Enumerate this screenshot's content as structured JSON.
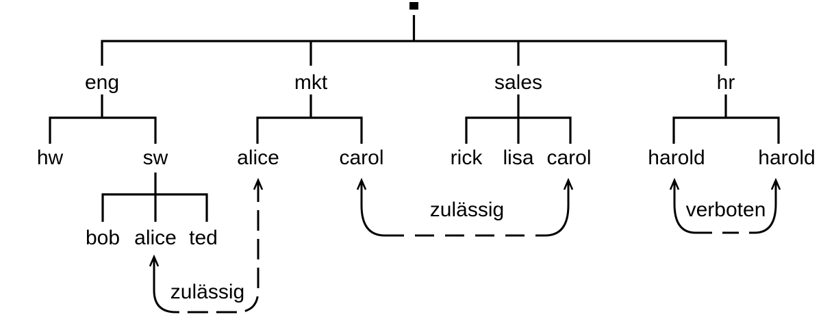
{
  "diagram": {
    "type": "tree",
    "description_style": "black-line hierarchy tree with dashed double-headed arrow links",
    "colors": {
      "line": "#000000",
      "text": "#000000",
      "background": "#ffffff"
    }
  },
  "nodes": {
    "root": ".",
    "eng": "eng",
    "mkt": "mkt",
    "sales": "sales",
    "hr": "hr",
    "hw": "hw",
    "sw": "sw",
    "mkt_alice": "alice",
    "mkt_carol": "carol",
    "sales_rick": "rick",
    "sales_lisa": "lisa",
    "sales_carol": "carol",
    "hr_harold_left": "harold",
    "hr_harold_right": "harold",
    "sw_bob": "bob",
    "sw_alice": "alice",
    "sw_ted": "ted"
  },
  "hierarchy": {
    "label": ".",
    "children": [
      {
        "label": "eng",
        "children": [
          {
            "label": "hw"
          },
          {
            "label": "sw",
            "children": [
              {
                "label": "bob"
              },
              {
                "label": "alice"
              },
              {
                "label": "ted"
              }
            ]
          }
        ]
      },
      {
        "label": "mkt",
        "children": [
          {
            "label": "alice"
          },
          {
            "label": "carol"
          }
        ]
      },
      {
        "label": "sales",
        "children": [
          {
            "label": "rick"
          },
          {
            "label": "lisa"
          },
          {
            "label": "carol"
          }
        ]
      },
      {
        "label": "hr",
        "children": [
          {
            "label": "harold"
          },
          {
            "label": "harold"
          }
        ]
      }
    ]
  },
  "links": [
    {
      "from": "eng/sw/alice",
      "to": "mkt/alice",
      "label": "zulässig",
      "style": "dashed, arrowheads at both ends"
    },
    {
      "from": "mkt/carol",
      "to": "sales/carol",
      "label": "zulässig",
      "style": "dashed, arrowheads at both ends"
    },
    {
      "from": "hr/harold",
      "to": "hr/harold",
      "label": "verboten",
      "style": "dashed, arrowheads at both ends"
    }
  ]
}
